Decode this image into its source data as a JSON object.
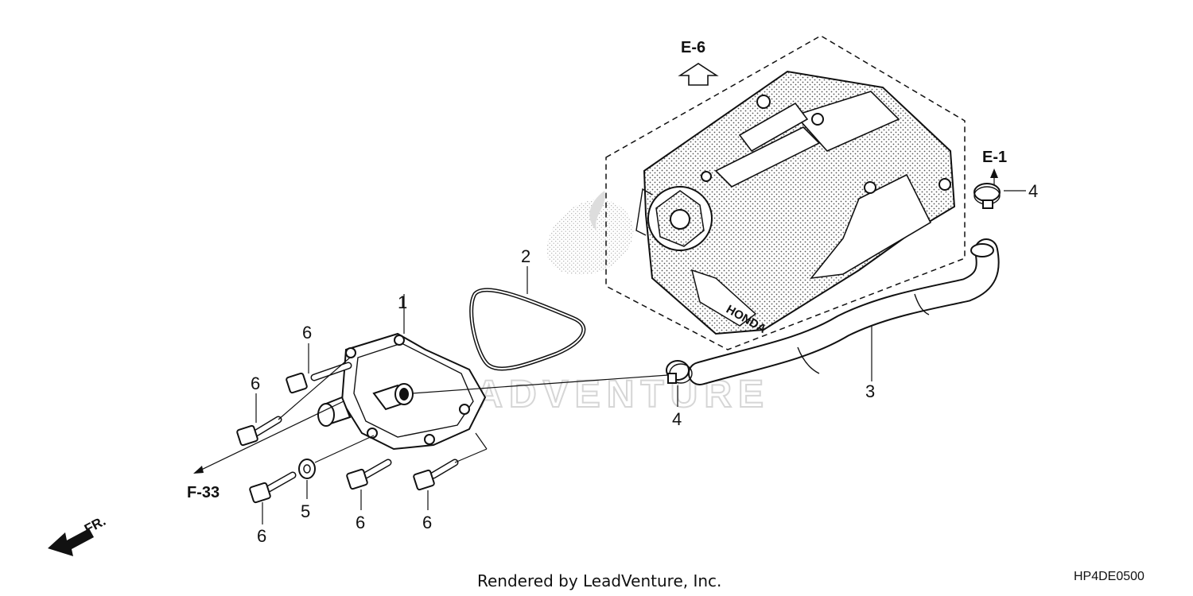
{
  "diagram": {
    "ref_top": "E-6",
    "ref_right": "E-1",
    "ref_left": "F-33",
    "front_label": "FR.",
    "watermark": "LEADVENTURE",
    "callouts": {
      "water_pump_cover": "1",
      "gasket": "2",
      "water_hose": "3",
      "clamp_upper": "4",
      "clamp_lower": "4",
      "washer": "5",
      "bolt_top": "6",
      "bolt_left": "6",
      "bolt_bottom_left": "6",
      "bolt_bottom_mid": "6",
      "bolt_bottom_right": "6"
    },
    "footer": "Rendered by LeadVenture, Inc.",
    "code": "HP4DE0500"
  }
}
